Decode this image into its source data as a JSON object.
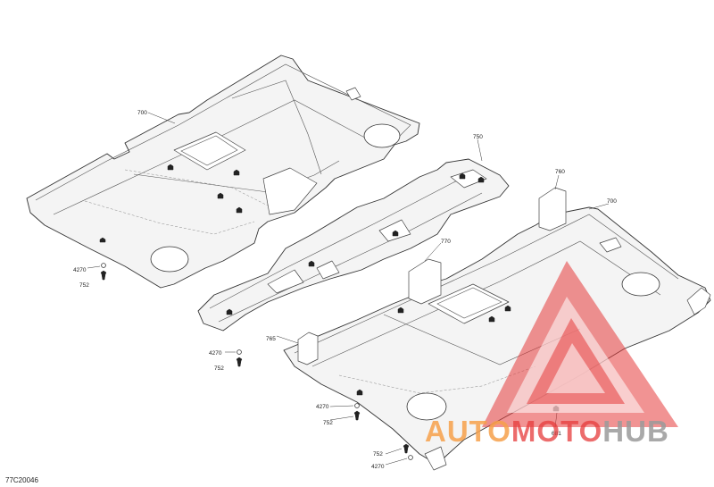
{
  "callouts": {
    "c700_top": "700",
    "c750": "750",
    "c760": "760",
    "c700_right": "700",
    "c770": "770",
    "c765": "765",
    "c4270_a": "4270",
    "c752_a": "752",
    "c4270_b": "4270",
    "c752_b": "752",
    "c4270_c": "4270",
    "c752_c": "752",
    "c752_d": "752",
    "c4270_d": "4270",
    "c681": "681"
  },
  "diagram_code": "77C20046",
  "watermark": {
    "part1": "AUTO",
    "part2": "MOTO",
    "part3": "HUB",
    "colors": {
      "red": "#e63b3b",
      "orange": "#f6a04a",
      "gray": "#9a9a9a"
    }
  }
}
